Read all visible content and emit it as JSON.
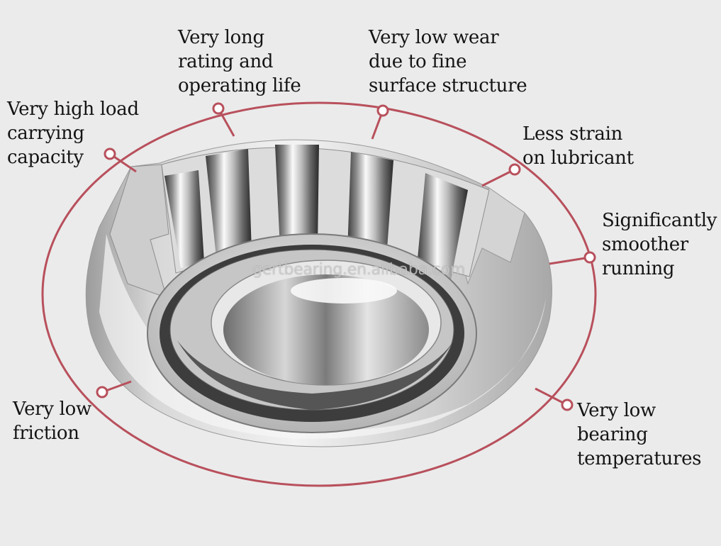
{
  "diagram": {
    "subject": "tapered roller bearing",
    "ring_color": "#b8505c",
    "node_fill": "#ffffff",
    "background": "#ebebeb",
    "watermark": "gertbearing.en.alibaba.com",
    "features": [
      {
        "id": "load",
        "lines": [
          "Very high load",
          "carrying",
          "capacity"
        ]
      },
      {
        "id": "life",
        "lines": [
          "Very long",
          "rating and",
          "operating life"
        ]
      },
      {
        "id": "wear",
        "lines": [
          "Very low wear",
          "due to fine",
          "surface structure"
        ]
      },
      {
        "id": "lubricant",
        "lines": [
          "Less strain",
          "on lubricant"
        ]
      },
      {
        "id": "smooth",
        "lines": [
          "Significantly",
          "smoother",
          "running"
        ]
      },
      {
        "id": "friction",
        "lines": [
          "Very low",
          "friction"
        ]
      },
      {
        "id": "temperature",
        "lines": [
          "Very low",
          "bearing",
          "temperatures"
        ]
      }
    ]
  }
}
